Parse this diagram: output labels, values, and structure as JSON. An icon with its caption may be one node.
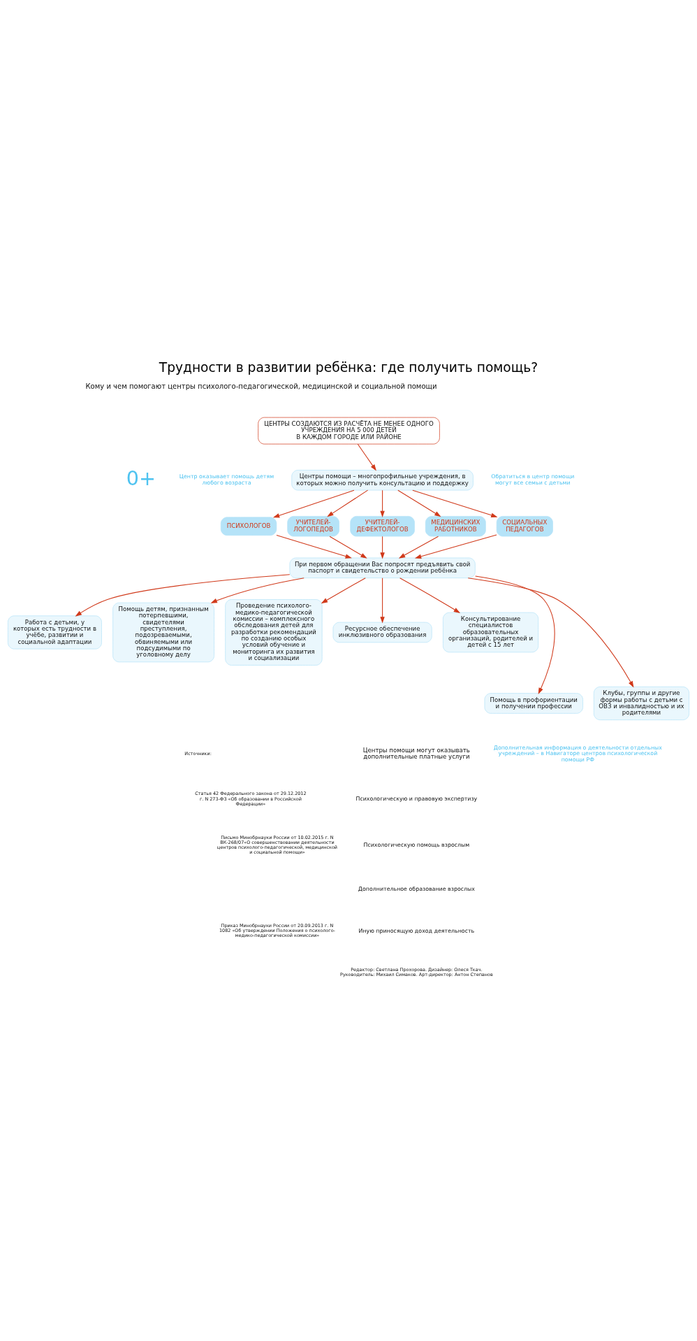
{
  "diagram": {
    "title": "Трудности в развитии ребёнка: где получить помощь?",
    "nodes": [
      {
        "text": [
          "ЦЕНТРЫ СОЗДАЮТСЯ ИЗ РАСЧЁТА НЕ МЕНЕЕ ОДНОГО УЧРЕЖДЕНИЯ НА 5 000 ДЕТЕЙ",
          "В КАЖДОМ ГОРОДЕ ИЛИ РАЙОНЕ"
        ]
      },
      {
        "text": [
          "Центры помощи – многопрофильные учреждения, в которых можно получить консультацию и поддержку"
        ]
      },
      {
        "text": [
          "ПСИХОЛОГОВ"
        ]
      },
      {
        "text": [
          "УЧИТЕЛЕЙ-ЛОГОПЕДОВ"
        ]
      },
      {
        "text": [
          "УЧИТЕЛЕЙ-ДЕФЕКТОЛОГОВ"
        ]
      },
      {
        "text": [
          "МЕДИЦИНСКИХ РАБОТНИКОВ"
        ]
      },
      {
        "text": [
          "СОЦИАЛЬНЫХ ПЕДАГОГОВ"
        ]
      },
      {
        "text": [
          "При первом обращении Вас попросят предъявить свой паспорт и свидетельство о рождении ребёнка"
        ]
      },
      {
        "text": [
          "Работа с детьми, у которых есть трудности в учёбе, развитии и социальной адаптации"
        ]
      },
      {
        "text": [
          "Помощь детям, признанным потерпевшими, свидетелями преступления, подозреваемыми, обвиняемыми или подсудимыми по уголовному делу"
        ]
      },
      {
        "text": [
          "Проведение психолого-медико-педагогической комиссии – комплексного обследования детей для разработки рекомендаций по созданию особых условий обучение и мониторинга их развития и социализации"
        ]
      },
      {
        "text": [
          "Ресурсное обеспечение инклюзивного образования"
        ]
      },
      {
        "text": [
          "Консультирование специалистов образовательных организаций, родителей и детей с 15 лет"
        ]
      },
      {
        "text": [
          "Помощь в профориентации и получении профессии"
        ]
      },
      {
        "text": [
          "Клубы, группы и другие формы работы с детьми с ОВЗ и инвалидностью и их родителями"
        ]
      }
    ],
    "edges": [
      {
        "from": 0,
        "to": 1,
        "arrow": "to"
      },
      {
        "from": 1,
        "to": 2,
        "arrow": "to"
      },
      {
        "from": 1,
        "to": 3,
        "arrow": "to"
      },
      {
        "from": 1,
        "to": 4,
        "arrow": "to"
      },
      {
        "from": 1,
        "to": 5,
        "arrow": "to"
      },
      {
        "from": 1,
        "to": 6,
        "arrow": "to"
      },
      {
        "from": 2,
        "to": 7,
        "arrow": "to"
      },
      {
        "from": 3,
        "to": 7,
        "arrow": "to"
      },
      {
        "from": 4,
        "to": 7,
        "arrow": "to"
      },
      {
        "from": 5,
        "to": 7,
        "arrow": "to"
      },
      {
        "from": 6,
        "to": 7,
        "arrow": "to"
      },
      {
        "from": 7,
        "to": 8,
        "arrow": "to"
      },
      {
        "from": 7,
        "to": 9,
        "arrow": "to"
      },
      {
        "from": 7,
        "to": 10,
        "arrow": "to"
      },
      {
        "from": 7,
        "to": 11,
        "arrow": "to"
      },
      {
        "from": 7,
        "to": 12,
        "arrow": "to"
      },
      {
        "from": 7,
        "to": 13,
        "arrow": "to"
      },
      {
        "from": 7,
        "to": 14,
        "arrow": "to"
      }
    ],
    "labels": [
      "Кому и чем помогают центры психолого-педагогической, медицинской и социальной помощи",
      "0+",
      "Центр оказывает помощь детям любого возраста",
      "Обратиться в центр помощи могут все семьи с детьми",
      "Центры помощи могут оказывать дополнительные платные услуги",
      "Психологическую и правовую экспертизу",
      "Психологическую помощь взрослым",
      "Дополнительное образование взрослых",
      "Иную приносящую доход деятельность",
      "Источники:",
      "Статья 42 Федерального закона от 29.12.2012 г. N 273-ФЗ «Об образовании в Российской Федерации»",
      "Письмо Минобрнауки России от 10.02.2015 г. N ВК-268/07«О совершенствовании деятельности центров психолого-педагогической, медицинской и социальной помощи»",
      "Приказ Минобрнауки России от 20.09.2013 г. N 1082 «Об утверждении Положения о психолого-медико-педагогической комиссии»",
      "Дополнительная информация о деятельности отдельных учреждений – в Навигаторе центров психологической помощи РФ",
      "Редактор: Светлана Прохорова. Дизайнер: Олеся Ткач. Руководитель: Михаил Симаков. Арт-директор: Антон Степанов"
    ]
  }
}
